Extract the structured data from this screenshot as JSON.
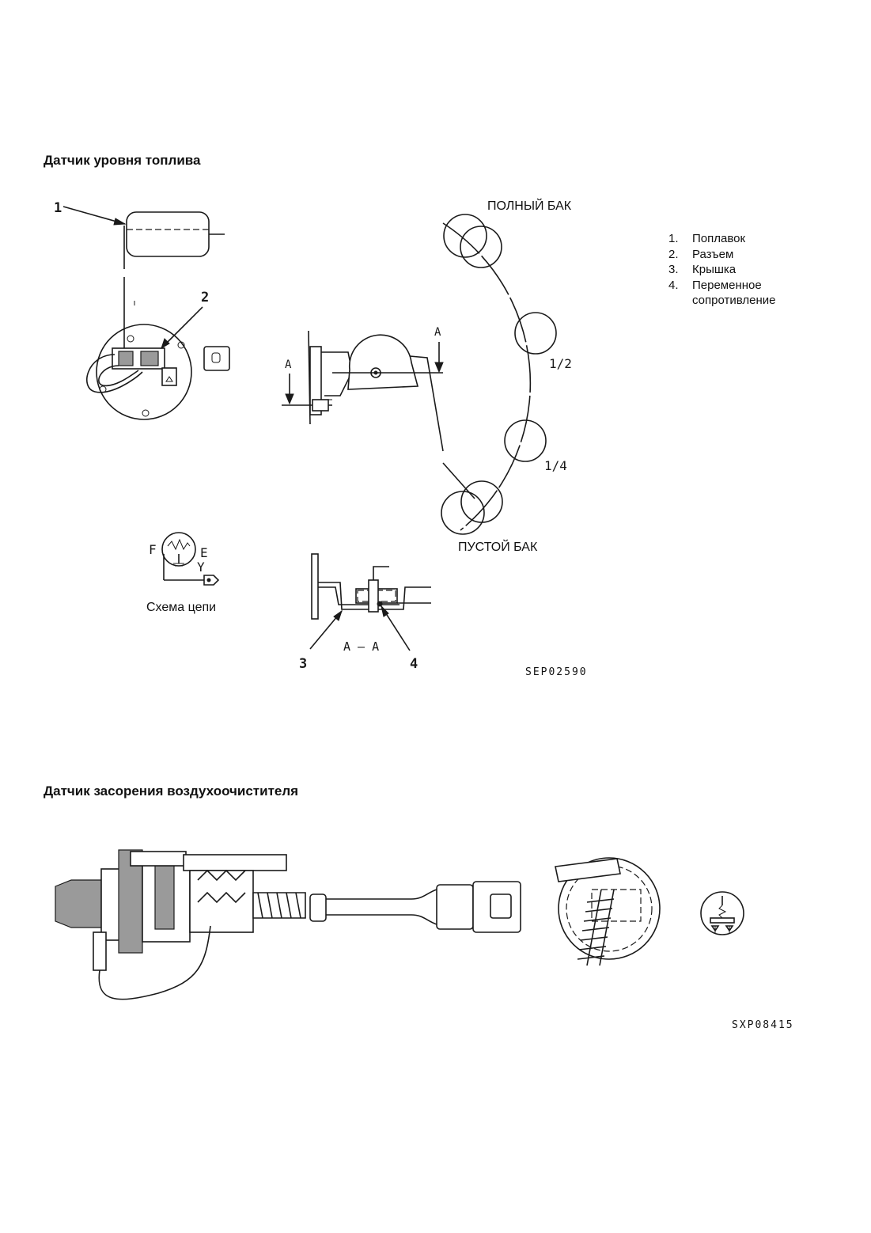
{
  "sections": {
    "fuel": {
      "title": "Датчик уровня топлива",
      "full_tank": "ПОЛНЫЙ БАК",
      "empty_tank": "ПУСТОЙ БАК",
      "half": "1/2",
      "quarter": "1/4",
      "circuit_caption": "Схема цепи",
      "section_label": "A – A",
      "section_marker": "A",
      "terminal_f": "F",
      "terminal_e": "E",
      "terminal_y": "Y",
      "figure_code": "SEP02590",
      "callouts": [
        "1",
        "2",
        "3",
        "4"
      ],
      "legend": [
        {
          "num": "1.",
          "text": "Поплавок"
        },
        {
          "num": "2.",
          "text": "Разъем"
        },
        {
          "num": "3.",
          "text": "Крышка"
        },
        {
          "num": "4.",
          "text": "Переменное"
        },
        {
          "num": "",
          "text": "сопротивление"
        }
      ]
    },
    "air": {
      "title": "Датчик засорения воздухоочистителя",
      "figure_code": "SXP08415"
    }
  }
}
